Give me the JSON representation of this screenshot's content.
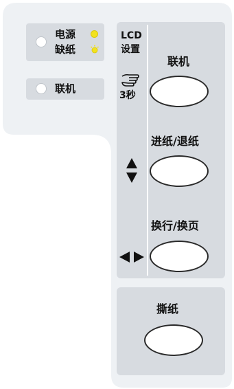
{
  "indicators": {
    "power_label": "电源",
    "paper_out_label": "缺纸",
    "online_label": "联机"
  },
  "lcd": {
    "line1": "LCD",
    "line2": "设置",
    "hold_time": "3秒"
  },
  "buttons": {
    "online_label": "联机",
    "feed_label": "进纸/退纸",
    "linefeed_label": "换行/换页",
    "tear_label": "撕纸"
  },
  "icons": {
    "hand": "hand-press-icon",
    "updown": "up-down-arrow-icon",
    "leftright": "left-right-arrow-icon"
  },
  "colors": {
    "panel": "#d7dbe0",
    "led_yellow": "#f2e21e",
    "background_plate": "#eef1f4"
  }
}
